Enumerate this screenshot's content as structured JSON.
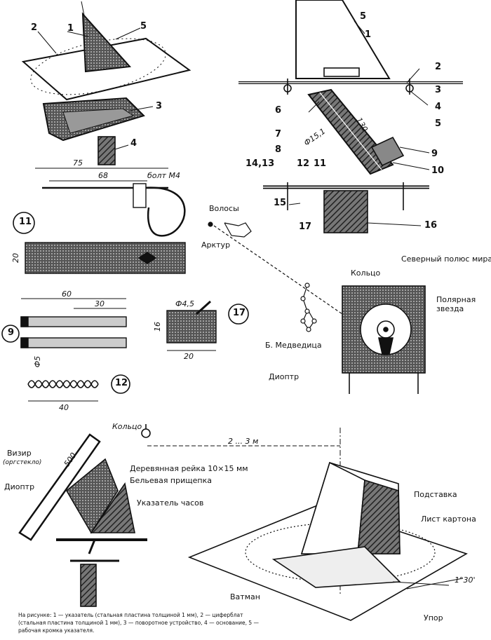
{
  "labels": {
    "fig1": {
      "n1": "1",
      "n2": "2",
      "n5": "5",
      "n3": "3",
      "n4": "4"
    },
    "fig2": {
      "n5a": "5",
      "n1": "1",
      "n2": "2",
      "n3": "3",
      "n4": "4",
      "n5b": "5",
      "n6": "6",
      "n7": "7",
      "n8": "8",
      "dia": "Ф15,1",
      "len": "130",
      "n9": "9",
      "n10": "10",
      "n12": "12",
      "n11": "11",
      "n1413": "14,13",
      "n15": "15",
      "n17": "17",
      "n16": "16"
    },
    "part11": {
      "dim75": "75",
      "dim68": "68",
      "bolt": "болт М4",
      "num": "11"
    },
    "part_misc": {
      "dim20": "20"
    },
    "part9": {
      "dim60": "60",
      "dim30": "30",
      "num": "9",
      "dia5": "Ф5"
    },
    "part17": {
      "dia45": "Ф4,5",
      "dim16": "16",
      "dim20": "20",
      "num": "17"
    },
    "part12": {
      "dim40": "40",
      "num": "12"
    },
    "sky": {
      "volosy": "Волосы",
      "arktur": "Арктур",
      "medveditsa": "Б. Медведица",
      "koltso": "Кольцо",
      "pole": "Северный полюс мира",
      "polar1": "Полярная",
      "polar2": "звезда",
      "dioptr": "Диоптр"
    },
    "setup": {
      "koltso": "Кольцо",
      "vizir1": "Визир",
      "vizir2": "(оргстекло)",
      "dim500": "500",
      "dioptr": "Диоптр",
      "reika": "Деревянная рейка 10×15 мм",
      "prishchepka": "Бельевая прищепка",
      "ukazatel": "Указатель часов",
      "distance": "2 ... 3 м",
      "podstavka": "Подставка",
      "list": "Лист картона",
      "angle": "1°30'",
      "vatman": "Ватман",
      "upor": "Упор"
    }
  },
  "caption": [
    "На рисунке: 1 — указатель (стальная пластина толщиной 1 мм), 2 — циферблат",
    "(стальная пластина толщиной 1 мм), 3 — поворотное устройство, 4 — основание, 5 —",
    "рабочая кромка указателя."
  ]
}
